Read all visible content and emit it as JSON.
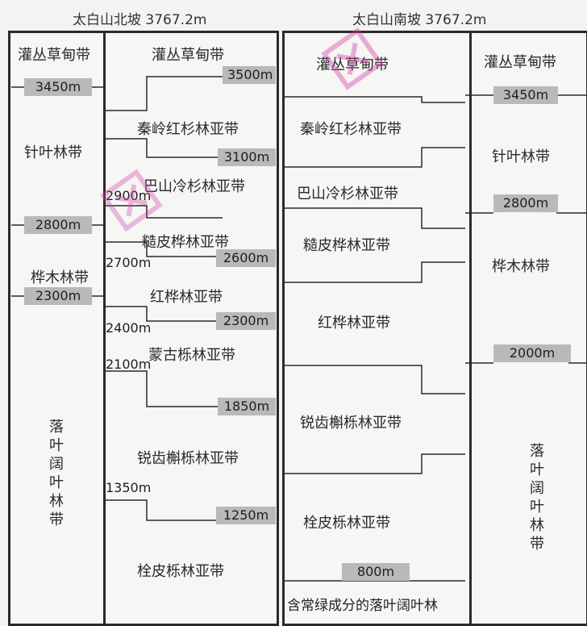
{
  "north": {
    "title": "太白山北坡 3767.2m",
    "left_zones": [
      "灌丛草甸带",
      "针叶林带",
      "桦木林带"
    ],
    "left_vertical_zone": "落叶阔叶林带",
    "left_tags": [
      "3450m",
      "2800m",
      "2300m"
    ],
    "sub_zones": [
      "灌丛草甸带",
      "秦岭红杉林亚带",
      "巴山冷杉林亚带",
      "糙皮桦林亚带",
      "红桦林亚带",
      "蒙古栎林亚带",
      "锐齿槲栎林亚带",
      "栓皮栎林亚带"
    ],
    "right_tags": [
      "3500m",
      "3100m",
      "2600m",
      "2300m",
      "1850m",
      "1250m"
    ],
    "left_marks": [
      "2900m",
      "2700m",
      "2400m",
      "2100m",
      "1350m"
    ]
  },
  "south": {
    "title": "太白山南坡 3767.2m",
    "sub_zones": [
      "灌丛草甸带",
      "秦岭红杉林亚带",
      "巴山冷杉林亚带",
      "糙皮桦林亚带",
      "红桦林亚带",
      "锐齿槲栎林亚带",
      "栓皮栎林亚带"
    ],
    "bottom_zone": "含常绿成分的落叶阔叶林",
    "bottom_tag": "800m",
    "right_zones": [
      "灌丛草甸带",
      "针叶林带",
      "桦木林带"
    ],
    "right_vertical_zone": "落叶阔叶林带",
    "right_tags": [
      "3450m",
      "2800m",
      "2000m"
    ]
  }
}
